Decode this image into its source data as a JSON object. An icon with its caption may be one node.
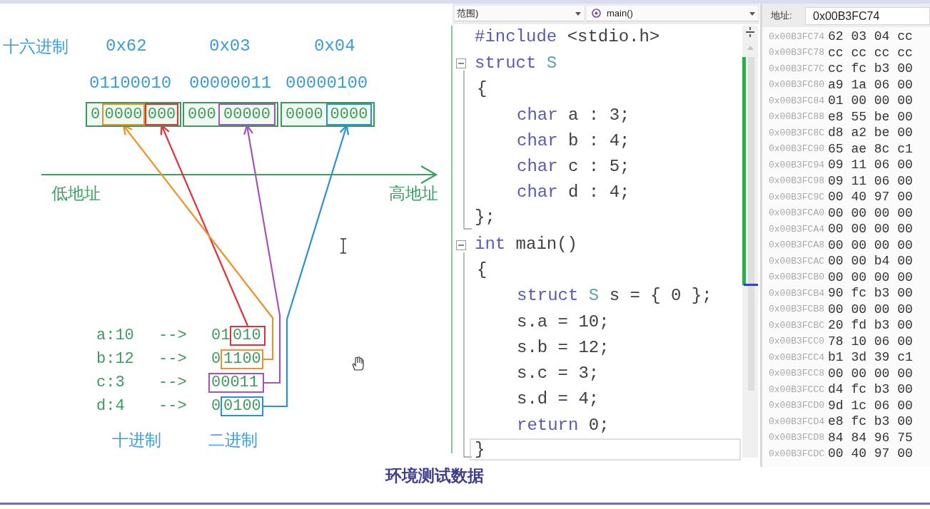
{
  "diagram": {
    "caption": "环境测试数据",
    "nodes": [
      {
        "text": [
          "0"
        ]
      },
      {
        "text": [
          "0000"
        ],
        "in": 0
      },
      {
        "text": [
          "000"
        ],
        "in": 0
      },
      {
        "text": [
          "000"
        ]
      },
      {
        "text": [
          "00000"
        ],
        "in": 3
      },
      {
        "text": [
          "0000"
        ]
      },
      {
        "text": [
          "0000"
        ],
        "in": 5
      },
      {
        "text": [
          "010"
        ]
      },
      {
        "text": [
          "1100"
        ]
      },
      {
        "text": [
          "00011"
        ]
      },
      {
        "text": [
          "0100"
        ]
      }
    ],
    "edges": [
      {
        "from": 7,
        "to": 2,
        "arrow": "to",
        "color": "#e0303a"
      },
      {
        "from": 8,
        "to": 1,
        "arrow": "to",
        "color": "#f0902a"
      },
      {
        "from": 9,
        "to": 4,
        "arrow": "to",
        "color": "#a454b8"
      },
      {
        "from": 10,
        "to": 6,
        "arrow": "to",
        "color": "#2a90d8"
      }
    ],
    "labels": [
      "十六进制",
      "0x62",
      "0x03",
      "0x04",
      "01100010",
      "00000011",
      "00000100",
      "低地址",
      "高地址",
      "a:10",
      "-->",
      "01",
      "b:12",
      "-->",
      "0",
      "c:3",
      "-->",
      "d:4",
      "-->",
      "0",
      "十进制",
      "二进制",
      "范围)",
      "main()",
      "#include <stdio.h>",
      "struct S",
      "{",
      "char a : 3;",
      "char b : 4;",
      "char c : 5;",
      "char d : 4;",
      "};",
      "int main()",
      "{",
      "struct S s = { 0 };",
      "s.a = 10;",
      "s.b = 12;",
      "s.c = 3;",
      "s.d = 4;",
      "return 0;",
      "}",
      "地址:",
      "0x00B3FC74",
      "0x00B3FC74",
      "62 03 04 cc",
      "0x00B3FC78",
      "cc cc cc cc",
      "0x00B3FC7C",
      "cc fc b3 00",
      "0x00B3FC80",
      "a9 1a 06 00",
      "0x00B3FC84",
      "01 00 00 00",
      "0x00B3FC88",
      "e8 55 be 00",
      "0x00B3FC8C",
      "d8 a2 be 00",
      "0x00B3FC90",
      "65 ae 8c c1",
      "0x00B3FC94",
      "09 11 06 00",
      "0x00B3FC98",
      "09 11 06 00",
      "0x00B3FC9C",
      "00 40 97 00",
      "0x00B3FCA0",
      "00 00 00 00",
      "0x00B3FCA4",
      "00 00 00 00",
      "0x00B3FCA8",
      "00 00 00 00",
      "0x00B3FCAC",
      "00 00 b4 00",
      "0x00B3FCB0",
      "00 00 00 00",
      "0x00B3FCB4",
      "90 fc b3 00",
      "0x00B3FCB8",
      "00 00 00 00",
      "0x00B3FCBC",
      "20 fd b3 00",
      "0x00B3FCC0",
      "78 10 06 00",
      "0x00B3FCC4",
      "b1 3d 39 c1",
      "0x00B3FCC8",
      "00 00 00 00",
      "0x00B3FCCC",
      "d4 fc b3 00",
      "0x00B3FCD0",
      "9d 1c 06 00",
      "0x00B3FCD4",
      "e8 fc b3 00",
      "0x00B3FCD8",
      "84 84 96 75",
      "0x00B3FCDC",
      "00 40 97 00"
    ]
  }
}
